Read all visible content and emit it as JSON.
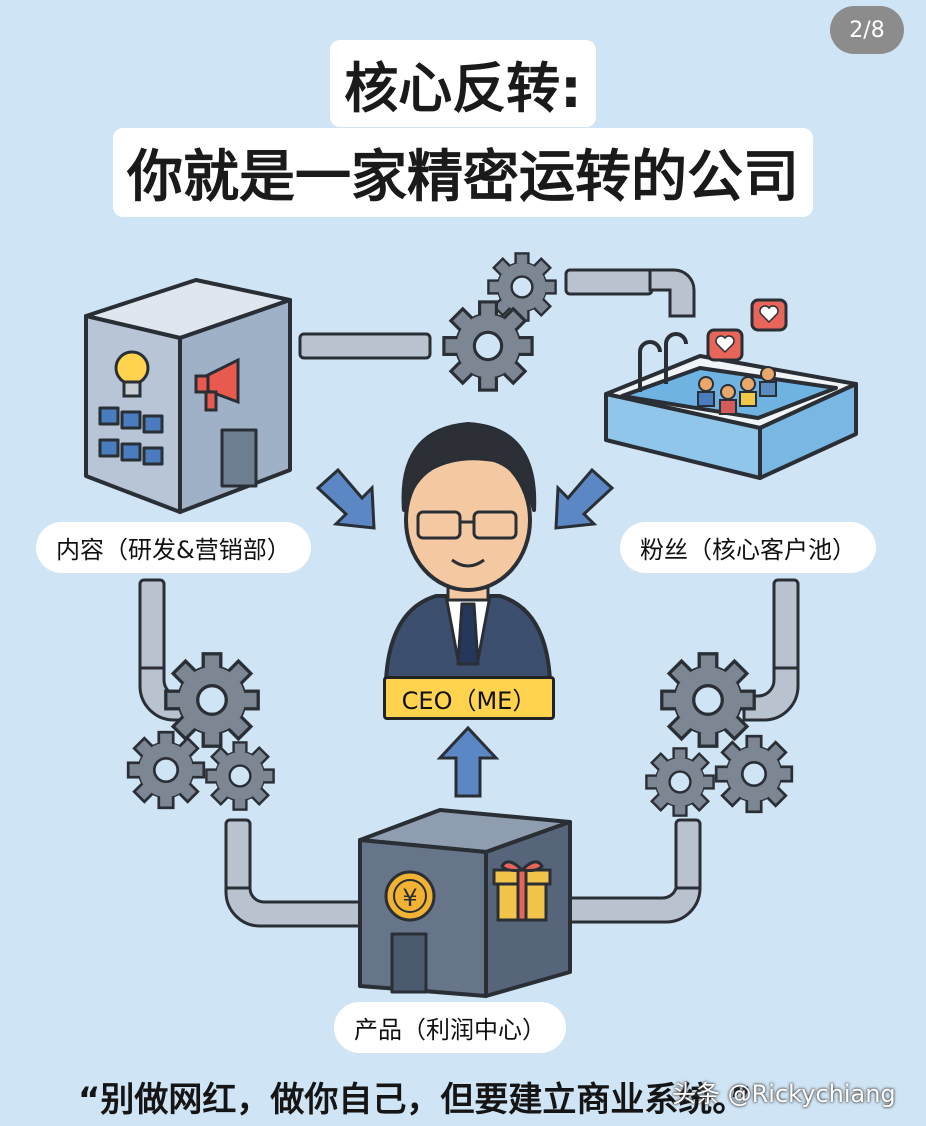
{
  "page_indicator": "2/8",
  "title": {
    "line1": "核心反转:",
    "line2": "你就是一家精密运转的公司"
  },
  "nodes": {
    "content_label": "内容（研发&营销部）",
    "fans_label": "粉丝（核心客户池）",
    "product_label": "产品（利润中心）",
    "ceo_label": "CEO（ME）",
    "coin_symbol": "¥"
  },
  "quote": "“别做网红，做你自己，但要建立商业系统。”",
  "watermark": "头条 @Rickychiang",
  "colors": {
    "background": "#cfe4f4",
    "ceo_badge": "#ffd34d",
    "pipe": "#b9c3cf",
    "gear": "#7d8794",
    "arrow": "#5b88c4"
  }
}
